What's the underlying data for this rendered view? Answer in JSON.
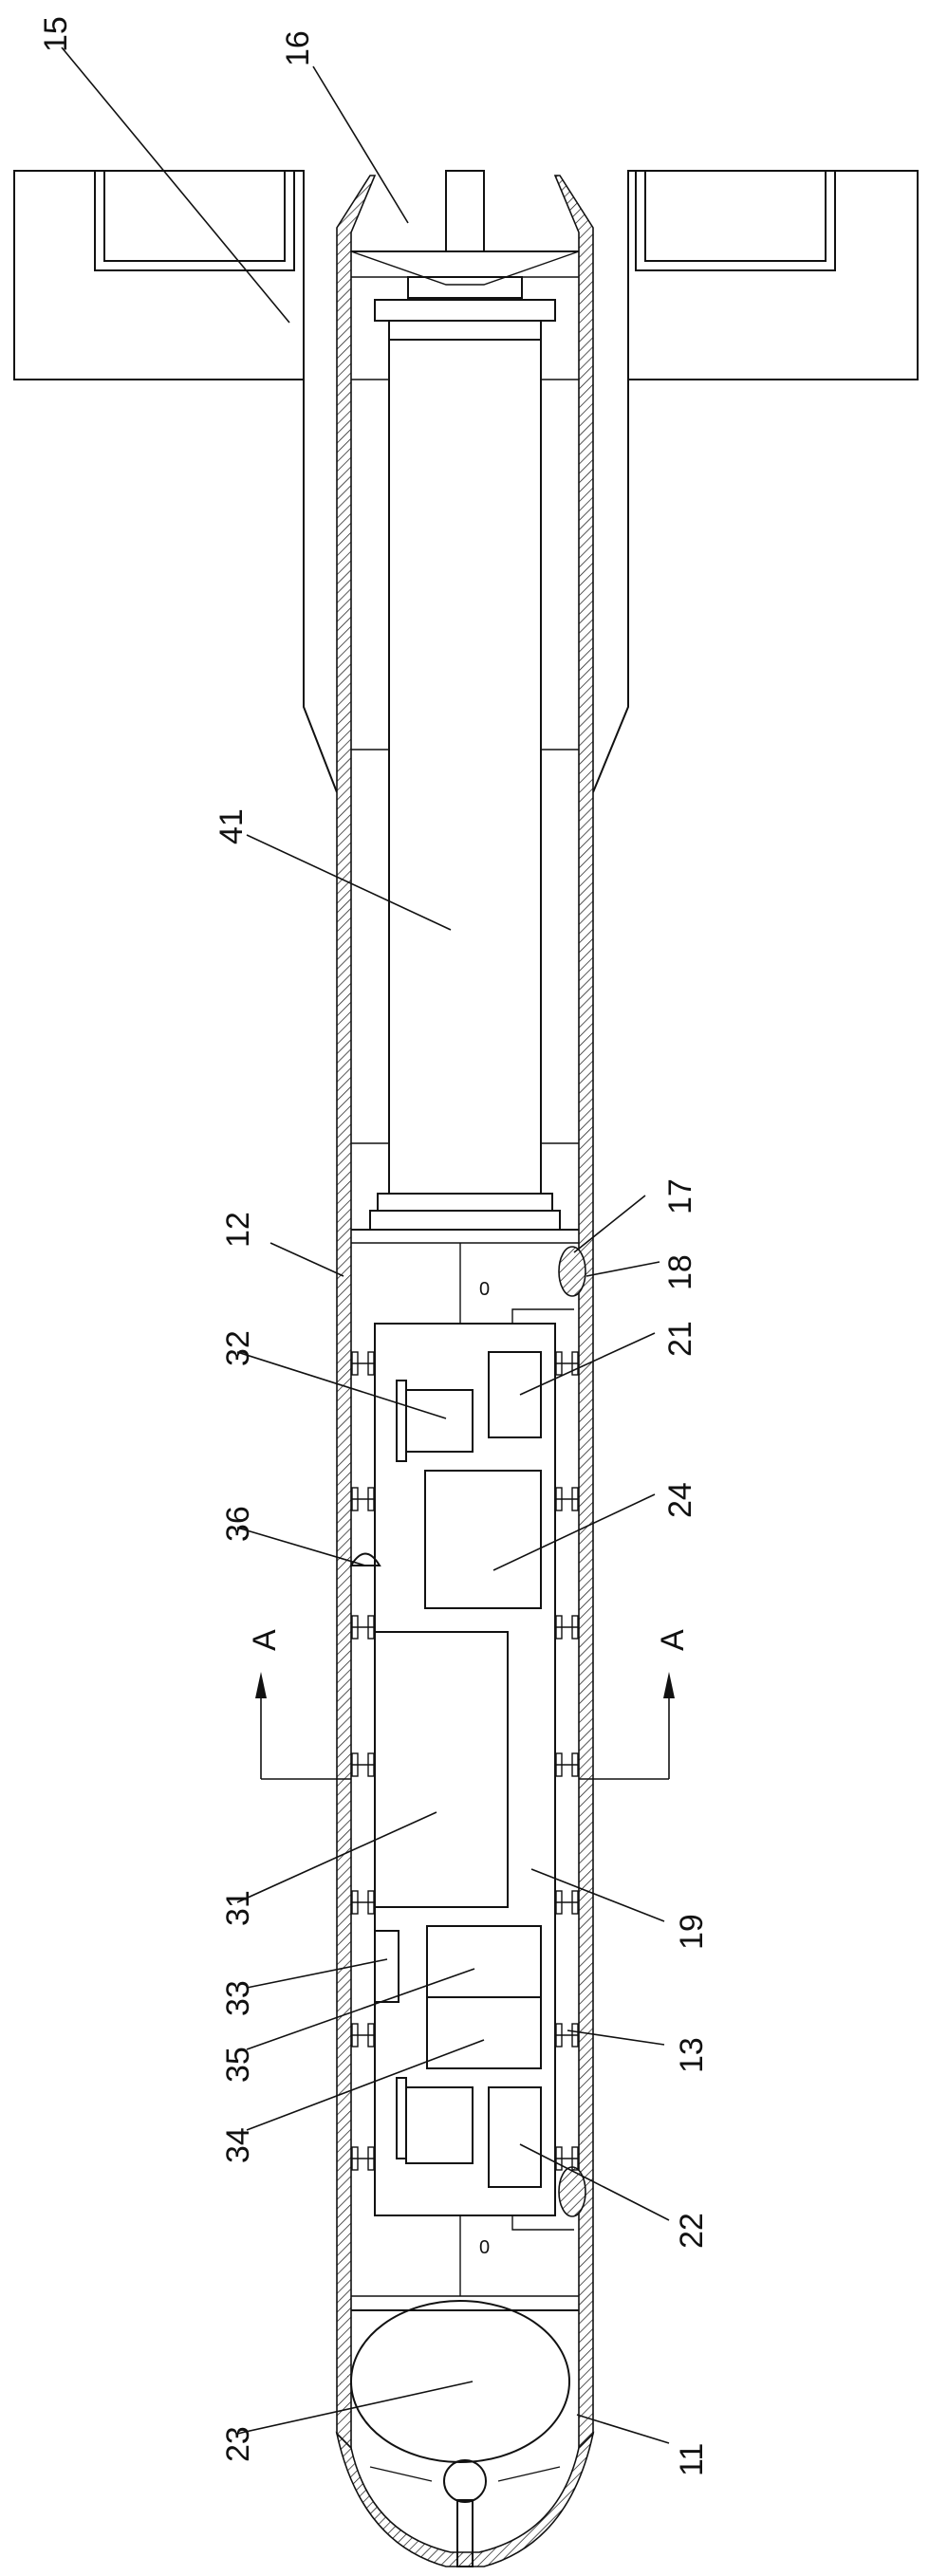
{
  "labels": {
    "l11": "11",
    "l12": "12",
    "l13": "13",
    "l15": "15",
    "l16": "16",
    "l17": "17",
    "l18": "18",
    "l19": "19",
    "l21": "21",
    "l22": "22",
    "l23": "23",
    "l24": "24",
    "l31": "31",
    "l32": "32",
    "l33": "33",
    "l34": "34",
    "l35": "35",
    "l36": "36",
    "l41": "41",
    "section_left": "A",
    "section_right": "A",
    "mark_top": "0",
    "mark_bottom": "0"
  }
}
